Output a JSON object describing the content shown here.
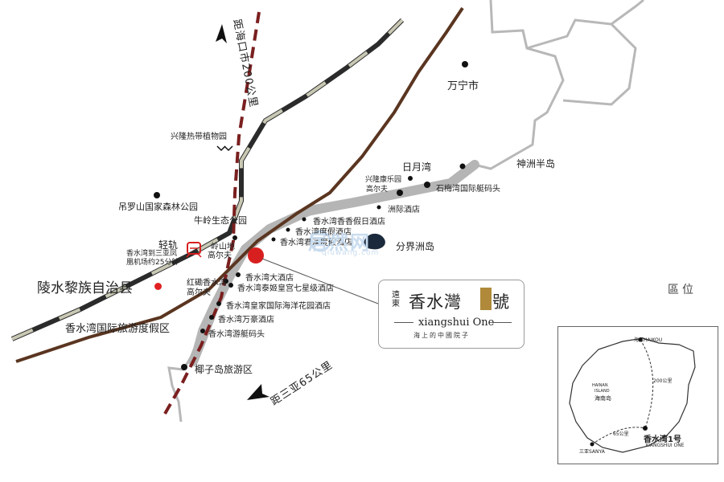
{
  "map": {
    "colors": {
      "road_brown": "#5a3520",
      "rail_dark": "#2b2b2b",
      "rail_light": "#c8c8b4",
      "dashed_line": "#7a1f1f",
      "coast_gray": "#b8b8b8",
      "marker_red": "#e02020",
      "watermark": "#c9dcef"
    },
    "labels": {
      "haikou_distance": "距海口市200公里",
      "sanya_distance": "距三亚65公里",
      "wanning": "万宁市",
      "shenzhou": "神洲半岛",
      "riyuewan": "日月湾",
      "xinglong_kangle": "兴隆康乐园",
      "golf1": "高尔夫",
      "shimeiwan": "石梅湾国际艇码头",
      "zhouji": "洲际酒店",
      "xinglong_plant": "兴隆热带植物园",
      "diaoluoshan": "吊罗山国家森林公园",
      "niuling": "牛岭生态公园",
      "rail_label": "轻轨",
      "rail_note_1": "香水湾到三亚凤",
      "rail_note_2": "凰机场约25分钟",
      "lingshan": "岭山地",
      "golf2": "高尔夫",
      "hotel_holiday": "香水湾香香假日酒店",
      "hotel_resort": "香水湾度假酒店",
      "hotel_junlan": "香水湾君澜度假酒店",
      "fenjiezhou": "分界洲岛",
      "lingshui": "陵水黎族自治县",
      "hotel_grand": "香水湾大酒店",
      "honghu": "红磡香水湾",
      "golf3": "高尔夫",
      "hotel_taiji": "香水湾泰姬皇宫七星级酒店",
      "hotel_royal": "香水湾皇家国际海洋花园酒店",
      "hotel_wanhao": "香水湾万豪酒店",
      "resort_zone": "香水湾国际旅游度假区",
      "yacht": "香水湾游艇码头",
      "coconut": "椰子岛旅游区",
      "region": "區位"
    },
    "watermark": {
      "main": "居然网",
      "sub": "qiuwang.com"
    },
    "logo": {
      "vertical": "遠東",
      "title": "香水灣",
      "hao": "號",
      "english": "xiangshui One",
      "subtitle": "海上的中國院子"
    },
    "inset": {
      "haikou": "海口HAIKOU",
      "island_en_1": "HAINAN",
      "island_en_2": "ISLAND",
      "island_cn": "海南岛",
      "dist_200": "200公里",
      "dist_65": "65公里",
      "site_cn": "香水湾1号",
      "site_en": "XIANGSHUI ONE",
      "sanya": "三亚SANYA"
    },
    "icons": {
      "north_arrow": "north-arrow-icon",
      "south_arrow": "southwest-arrow-icon",
      "bird": "bird-icon",
      "train": "train-icon",
      "location_pin": "location-pin-icon"
    }
  }
}
